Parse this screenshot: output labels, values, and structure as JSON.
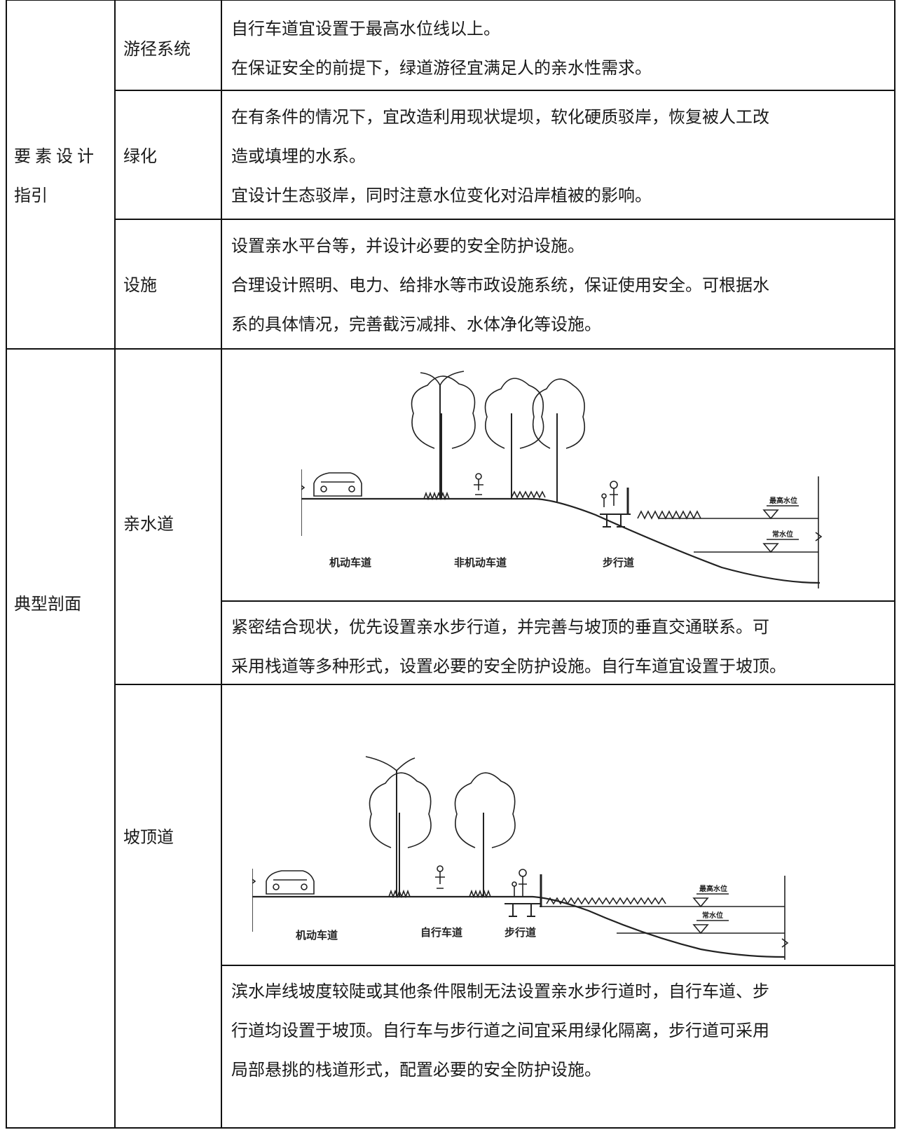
{
  "table": {
    "section1": {
      "label_line1": "要素设计",
      "label_line2": "指引",
      "rows": [
        {
          "name": "游径系统",
          "lines": [
            "自行车道宜设置于最高水位线以上。",
            "在保证安全的前提下，绿道游径宜满足人的亲水性需求。"
          ]
        },
        {
          "name": "绿化",
          "lines": [
            "在有条件的情况下，宜改造利用现状堤坝，软化硬质驳岸，恢复被人工改",
            "造或填埋的水系。",
            "宜设计生态驳岸，同时注意水位变化对沿岸植被的影响。"
          ]
        },
        {
          "name": "设施",
          "lines": [
            "设置亲水平台等，并设计必要的安全防护设施。",
            "合理设计照明、电力、给排水等市政设施系统，保证使用安全。可根据水",
            "系的具体情况，完善截污减排、水体净化等设施。"
          ]
        }
      ]
    },
    "section2": {
      "label": "典型剖面",
      "rows": [
        {
          "name": "亲水道",
          "figure": {
            "labels": [
              "机动车道",
              "非机动车道",
              "步行道"
            ],
            "high_water": "最高水位",
            "normal_water": "常水位"
          },
          "lines": [
            "紧密结合现状，优先设置亲水步行道，并完善与坡顶的垂直交通联系。可",
            "采用栈道等多种形式，设置必要的安全防护设施。自行车道宜设置于坡顶。"
          ]
        },
        {
          "name": "坡顶道",
          "figure": {
            "labels": [
              "机动车道",
              "自行车道",
              "步行道"
            ],
            "high_water": "最高水位",
            "normal_water": "常水位"
          },
          "lines": [
            "滨水岸线坡度较陡或其他条件限制无法设置亲水步行道时，自行车道、步",
            "行道均设置于坡顶。自行车与步行道之间宜采用绿化隔离，步行道可采用",
            "局部悬挑的栈道形式，配置必要的安全防护设施。"
          ]
        }
      ]
    }
  }
}
